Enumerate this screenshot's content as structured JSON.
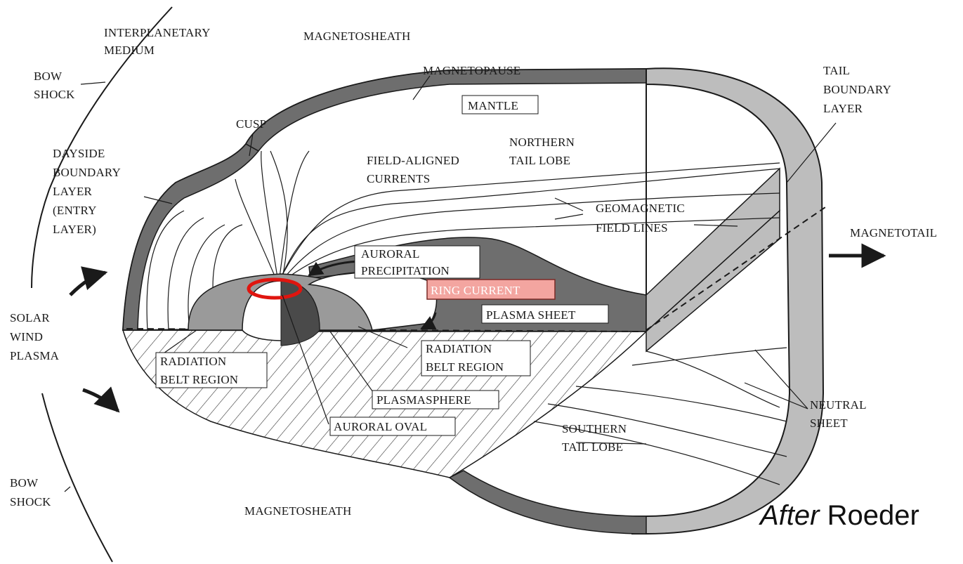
{
  "labels": {
    "interplanetary_medium": [
      "INTERPLANETARY",
      "MEDIUM"
    ],
    "magnetosheath_top": "MAGNETOSHEATH",
    "magnetosheath_bottom": "MAGNETOSHEATH",
    "bow_shock_top": [
      "BOW",
      "SHOCK"
    ],
    "bow_shock_bottom": [
      "BOW",
      "SHOCK"
    ],
    "magnetopause": "MAGNETOPAUSE",
    "mantle": "MANTLE",
    "tail_boundary_layer": [
      "TAIL",
      "BOUNDARY",
      "LAYER"
    ],
    "cusp": "CUSP",
    "dayside_boundary_layer": [
      "DAYSIDE",
      "BOUNDARY",
      "LAYER",
      "(ENTRY",
      "LAYER)"
    ],
    "field_aligned_currents": [
      "FIELD-ALIGNED",
      "CURRENTS"
    ],
    "northern_tail_lobe": [
      "NORTHERN",
      "TAIL LOBE"
    ],
    "geomagnetic_field_lines": [
      "GEOMAGNETIC",
      "FIELD LINES"
    ],
    "magnetotail": "MAGNETOTAIL",
    "auroral_precipitation": [
      "AURORAL",
      "PRECIPITATION"
    ],
    "ring_current": "RING CURRENT",
    "plasma_sheet": "PLASMA SHEET",
    "solar_wind_plasma": [
      "SOLAR",
      "WIND",
      "PLASMA"
    ],
    "radiation_belt_left": [
      "RADIATION",
      "BELT REGION"
    ],
    "radiation_belt_right": [
      "RADIATION",
      "BELT REGION"
    ],
    "plasmasphere": "PLASMASPHERE",
    "auroral_oval": "AURORAL OVAL",
    "southern_tail_lobe": [
      "SOUTHERN",
      "TAIL LOBE"
    ],
    "neutral_sheet": [
      "NEUTRAL",
      "SHEET"
    ]
  },
  "credit": {
    "prefix": "After",
    "name": "Roeder"
  },
  "colors": {
    "highlight_ring": "#e0150f",
    "ring_current_fill": "#f3a5a0",
    "dark_band": "#6e6e6e",
    "light_band": "#bdbdbd"
  }
}
